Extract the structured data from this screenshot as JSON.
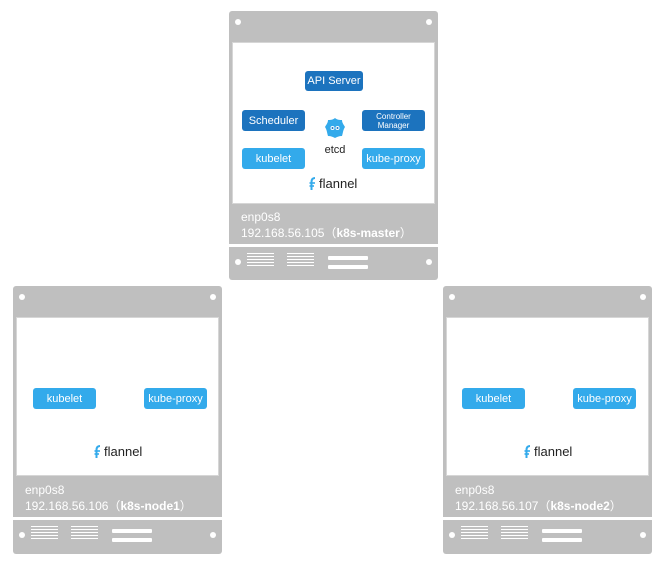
{
  "master": {
    "components": {
      "api_server": "API Server",
      "scheduler": "Scheduler",
      "controller_manager": "Controller Manager",
      "etcd": "etcd",
      "kubelet": "kubelet",
      "kube_proxy": "kube-proxy",
      "flannel": "flannel"
    },
    "interface": "enp0s8",
    "ip": "192.168.56.105",
    "hostname": "k8s-master"
  },
  "node1": {
    "components": {
      "kubelet": "kubelet",
      "kube_proxy": "kube-proxy",
      "flannel": "flannel"
    },
    "interface": "enp0s8",
    "ip": "192.168.56.106",
    "hostname": "k8s-node1"
  },
  "node2": {
    "components": {
      "kubelet": "kubelet",
      "kube_proxy": "kube-proxy",
      "flannel": "flannel"
    },
    "interface": "enp0s8",
    "ip": "192.168.56.107",
    "hostname": "k8s-node2"
  },
  "colors": {
    "server": "#bfbfbf",
    "component_dark": "#1c73be",
    "component_light": "#33aaeb"
  }
}
